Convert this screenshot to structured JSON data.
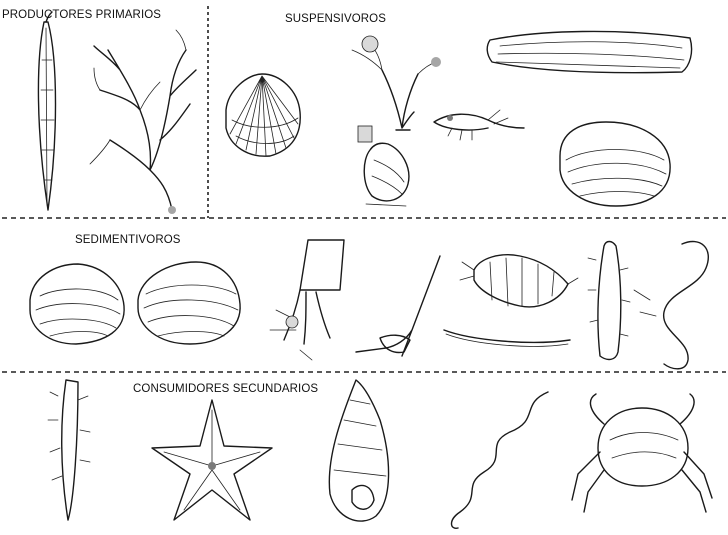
{
  "groups": {
    "primary_producers": "PRODUCTORES PRIMARIOS",
    "suspension_feeders": "SUSPENSIVOROS",
    "deposit_feeders": "SEDIMENTIVOROS",
    "secondary_consumers": "CONSUMIDORES SECUNDARIOS"
  }
}
